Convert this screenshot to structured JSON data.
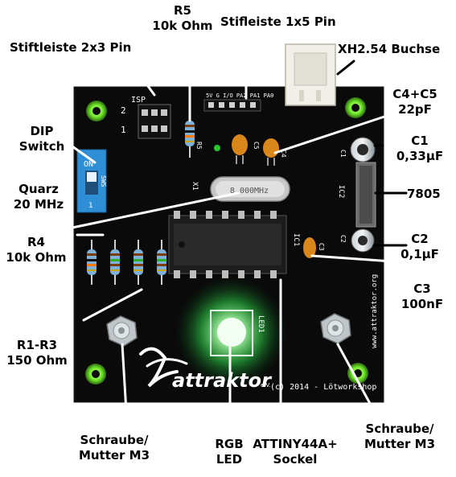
{
  "labels": {
    "r5": [
      "R5",
      "10k Ohm"
    ],
    "stifleiste_1x5": "Stifleiste 1x5 Pin",
    "stiftleiste_2x3": "Stiftleiste 2x3 Pin",
    "xh_buchse": "XH2.54 Buchse",
    "c4c5": [
      "C4+C5",
      "22pF"
    ],
    "dip": [
      "DIP",
      "Switch"
    ],
    "c1": [
      "C1",
      "0,33µF"
    ],
    "quarz": [
      "Quarz",
      "20 MHz"
    ],
    "reg": "7805",
    "r4": [
      "R4",
      "10k Ohm"
    ],
    "c2": [
      "C2",
      "0,1µF"
    ],
    "c3": [
      "C3",
      "100nF"
    ],
    "r1r3": [
      "R1-R3",
      "150 Ohm"
    ],
    "screw_left": [
      "Schraube/",
      "Mutter M3"
    ],
    "rgb": [
      "RGB",
      "LED"
    ],
    "attiny": [
      "ATTINY44A+",
      "Sockel"
    ],
    "screw_right": [
      "Schraube/",
      "Mutter M3"
    ]
  },
  "pcb": {
    "isp": "ISP",
    "pin2": "2",
    "pin1": "1",
    "header": "5V G I/O PA2 PA1 PA0",
    "r5": "R5",
    "c5": "C5",
    "c4": "C4",
    "c1": "C1",
    "ic2": "IC2",
    "x1": "X1",
    "crystal": "8.000MHz",
    "ic1": "IC1",
    "c3": "C3",
    "c2": "C2",
    "led": "LED1",
    "logo": "attraktor",
    "logo_ev": "e.V.",
    "workshop": "(c) 2014 - Lötworkshop",
    "url": "www.attraktor.org",
    "dip_on": "ON",
    "dip_sws": "SWS",
    "dip_1": "1"
  },
  "colors": {
    "board": "#0a0a0a",
    "led_glow": "#5cff5c",
    "dip": "#2f8fd6",
    "pad": "#7dff3a",
    "resistor": "#7fb0d8",
    "capacitor": "#d9871a"
  }
}
